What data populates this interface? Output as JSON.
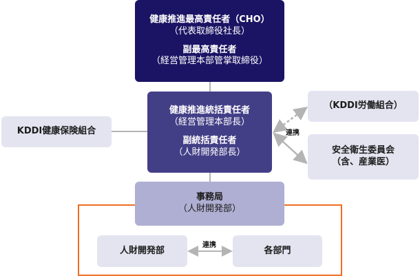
{
  "top": {
    "role1": "健康推進最高責任者（CHO）",
    "person1": "（代表取締役社長）",
    "role2": "副最高責任者",
    "person2": "（経営管理本部管掌取締役）"
  },
  "second": {
    "role1": "健康推進統括責任者",
    "person1": "（経営管理本部長）",
    "role2": "副統括責任者",
    "person2": "（人財開発部長）"
  },
  "secretariat": {
    "title": "事務局",
    "dept": "（人財開発部）"
  },
  "left": {
    "label": "KDDI健康保険組合"
  },
  "right": {
    "union": "（KDDI労働組合）",
    "committee": "安全衛生委員会",
    "committee_sub": "（含、産業医）"
  },
  "bottom": {
    "left": "人財開発部",
    "right": "各部門"
  },
  "links": {
    "right_label": "連携",
    "bottom_label": "連携"
  },
  "colors": {
    "top": "#1b1464",
    "second": "#433f87",
    "secretariat": "#afafd3",
    "pale": "#e4e4f1",
    "frame": "#ee6d23",
    "connector": "#b4b4b4"
  }
}
